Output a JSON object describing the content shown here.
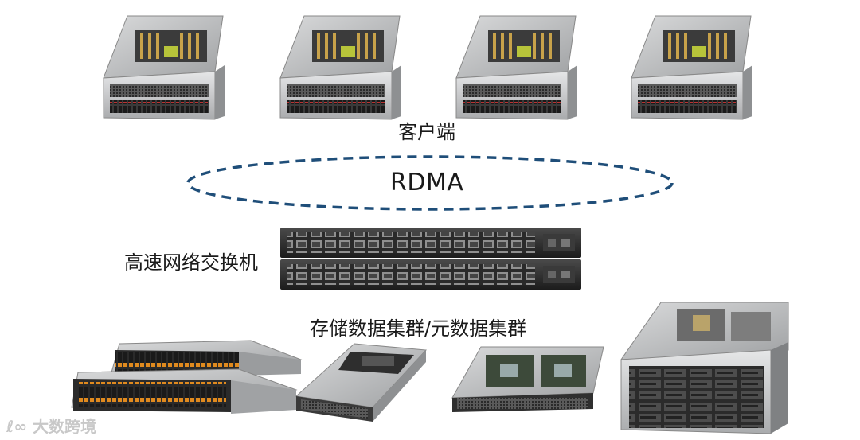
{
  "labels": {
    "client": "客户端",
    "rdma": "RDMA",
    "switch": "高速网络交换机",
    "storage": "存储数据集群/元数据集群"
  },
  "watermark": {
    "text": "大数跨境",
    "logo": "ℓ∞"
  },
  "colors": {
    "ellipse_stroke": "#1f4e79",
    "server_metal": "#c9cbcd",
    "server_dark": "#2b2b2b",
    "drive_orange": "#e08a1e",
    "switch_body": "#2a2a2a"
  },
  "icons": [
    "rack-server-4u",
    "network-switch-1u",
    "storage-server-2u",
    "storage-server-1u",
    "storage-server-4u"
  ]
}
